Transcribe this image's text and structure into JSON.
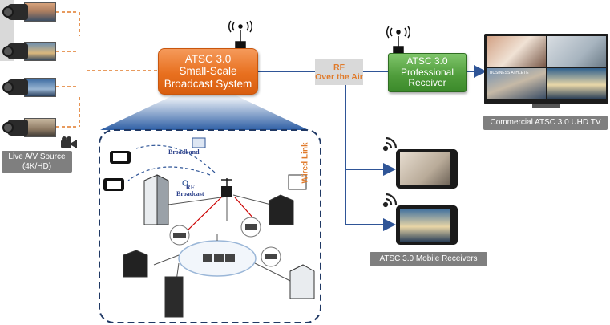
{
  "sources": {
    "wired_link": "Wired Link",
    "label": "Live A/V Source\n(4K/HD)"
  },
  "broadcast_system": {
    "label": "ATSC 3.0\nSmall-Scale\nBroadcast System",
    "color": "#e8701f"
  },
  "rf_link": {
    "label": "RF\nOver the Air",
    "color": "#e07a2a"
  },
  "professional_receiver": {
    "label": "ATSC 3.0\nProfessional\nReceiver",
    "color": "#4e9b3a"
  },
  "uhd_tv": {
    "label": "Commercial ATSC 3.0 UHD TV",
    "screen_texts": [
      "BUSINESS ATHLETE"
    ]
  },
  "mobile_receivers": {
    "label": "ATSC 3.0 Mobile Receivers"
  },
  "network": {
    "broadband_label": "Broadband",
    "rf_broadcast_label": "RF\nBroadcast"
  },
  "colors": {
    "link_blue": "#2f5597",
    "wired_orange": "#e07a2a",
    "label_gray": "#7f7f7f"
  }
}
